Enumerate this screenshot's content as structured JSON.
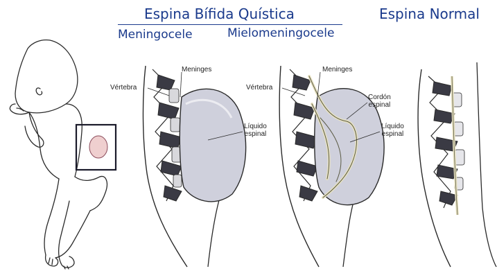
{
  "headers": {
    "cystic_title": "Espina Bífida Quística",
    "normal_title": "Espina Normal",
    "meningocele": "Meningocele",
    "myelomeningocele": "Mielomeningocele"
  },
  "labels": {
    "vertebra_1": "Vértebra",
    "meninges_1": "Meninges",
    "liquid_1_line1": "Líquido",
    "liquid_1_line2": "espinal",
    "vertebra_2": "Vértebra",
    "meninges_2": "Meninges",
    "cord_line1": "Cordón",
    "cord_line2": "espinal",
    "liquid_2_line1": "Líquido",
    "liquid_2_line2": "espinal"
  },
  "colors": {
    "header_text": "#1a3a8c",
    "outline": "#2a2a2a",
    "sac_fill": "#cfd0dc",
    "skin": "#f4e3dc"
  }
}
